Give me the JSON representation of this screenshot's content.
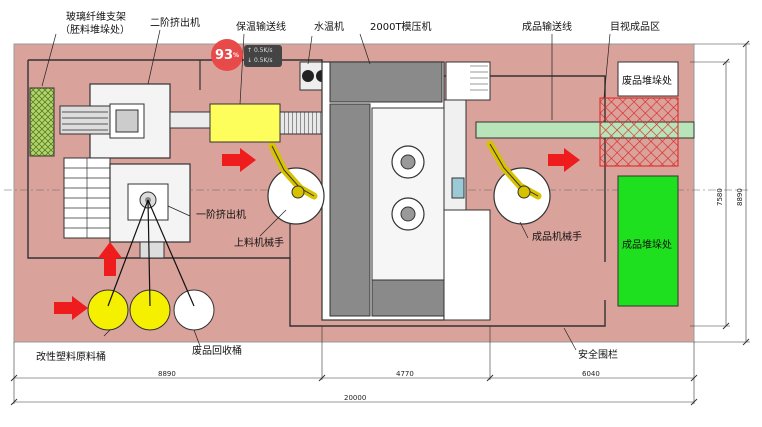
{
  "labels": {
    "glass_fiber_rack": "玻璃纤维支架",
    "glass_fiber_rack_sub": "（胚料堆垛处）",
    "second_stage_extruder": "二阶挤出机",
    "insulation_conveyor": "保温输送线",
    "water_heater": "水温机",
    "press_2000t": "2000T模压机",
    "product_conveyor": "成品输送线",
    "visual_product_zone": "目视成品区",
    "waste_stack_area": "废品堆垛处",
    "first_stage_extruder": "一阶挤出机",
    "loading_robot": "上料机械手",
    "product_robot": "成品机械手",
    "product_stack_area": "成品堆垛处",
    "modified_plastic_bucket": "改性塑料原料桶",
    "waste_recycle_bucket": "废品回收桶",
    "safety_fence": "安全围栏"
  },
  "dimensions": {
    "bottom_left": "8890",
    "bottom_mid": "4770",
    "bottom_right": "6040",
    "total_width": "20000",
    "right_inner": "7580",
    "right_outer": "8890"
  },
  "overlay": {
    "percent": "93",
    "percent_unit": "%",
    "up_rate": "0.5K/s",
    "down_rate": "0.5K/s"
  },
  "colors": {
    "floor": "#d9a29a",
    "conveyor_green": "#b9e3b8",
    "product_stack": "#1ee01e",
    "bucket_yellow": "#f5f000",
    "arrow_red": "#ee1c1c",
    "insulation_yellow": "#fdfd5c",
    "press_gray": "#8a8a8a",
    "fiber_rack_green": "#6ca63a"
  }
}
